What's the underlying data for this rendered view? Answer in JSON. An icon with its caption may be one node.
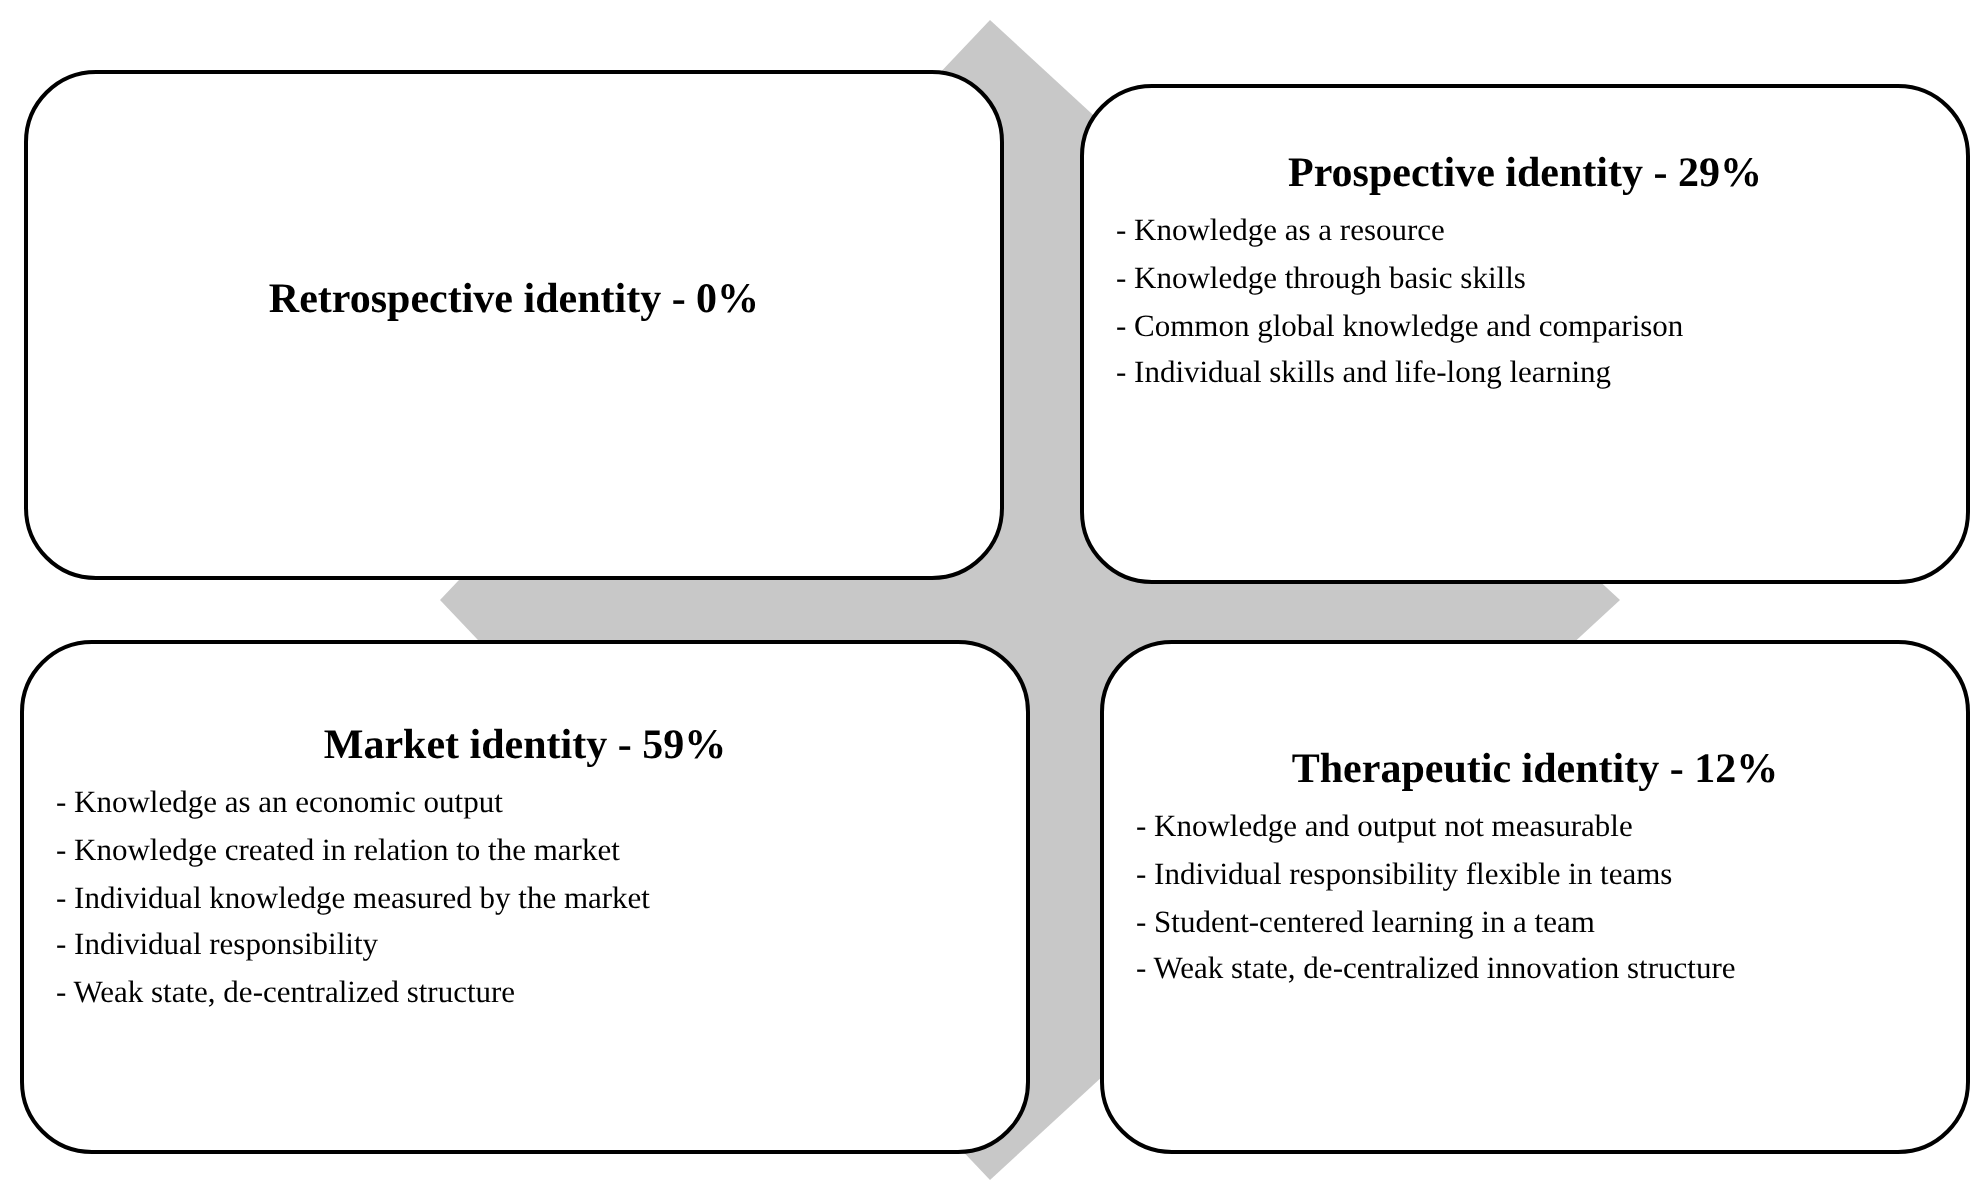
{
  "diagram": {
    "nodes": [
      {
        "text": [
          "Retrospective identity - 0%"
        ]
      },
      {
        "text": [
          "Prospective identity - 29%",
          "- Knowledge as a resource",
          "- Knowledge through basic skills",
          "- Common global knowledge and comparison",
          "- Individual skills and life-long learning"
        ]
      },
      {
        "text": [
          "Market identity - 59%",
          "- Knowledge as an economic output",
          "- Knowledge created in relation to the market",
          "- Individual knowledge measured by the market",
          "- Individual responsibility",
          "- Weak state, de-centralized structure"
        ]
      },
      {
        "text": [
          "Therapeutic identity - 12%",
          "- Knowledge and output not measurable",
          "- Individual responsibility flexible in teams",
          "- Student-centered learning in a team",
          "- Weak state, de-centralized innovation structure"
        ]
      }
    ],
    "edges": []
  }
}
